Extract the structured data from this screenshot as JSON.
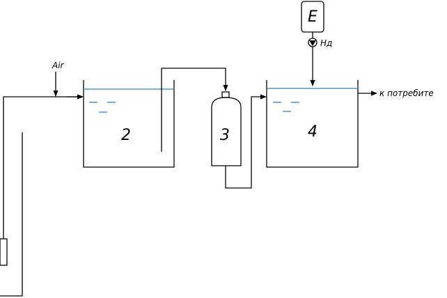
{
  "labels": {
    "air": "Air",
    "tank_2": "2",
    "filter_3": "3",
    "tank_4": "4",
    "dosing_unit": "E",
    "pump": "Нд",
    "consumer": "к потребите"
  },
  "colors": {
    "line": "#000000",
    "water": "#2d7fc1"
  }
}
